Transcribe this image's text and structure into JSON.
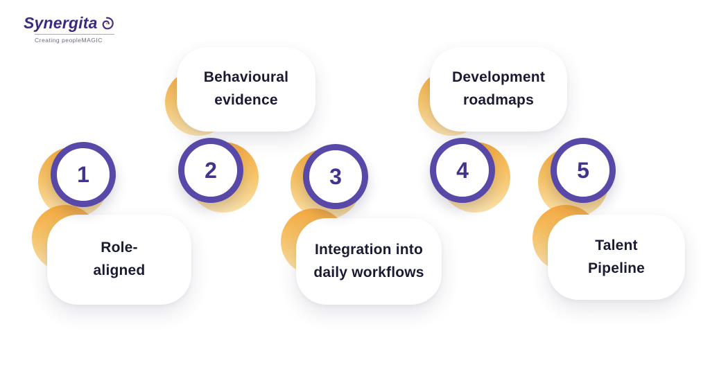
{
  "logo": {
    "brand": "Synergita",
    "tagline": "Creating peopleMAGIC"
  },
  "steps": [
    {
      "number": "1",
      "line1": "Role-",
      "line2": "aligned",
      "label_position": "below"
    },
    {
      "number": "2",
      "line1": "Behavioural",
      "line2": "evidence",
      "label_position": "above"
    },
    {
      "number": "3",
      "line1": "Integration into",
      "line2": "daily workflows",
      "label_position": "below"
    },
    {
      "number": "4",
      "line1": "Development",
      "line2": "roadmaps",
      "label_position": "above"
    },
    {
      "number": "5",
      "line1": "Talent",
      "line2": "Pipeline",
      "label_position": "below"
    }
  ],
  "colors": {
    "purple_ring": "#5848a8",
    "purple_number": "#43338f",
    "accent_orange": "#f2a840",
    "accent_yellow": "#fbe3ad",
    "card_text": "#1a1a33",
    "brand_purple": "#3b2a80",
    "tagline_gray": "#6b6b7d"
  }
}
